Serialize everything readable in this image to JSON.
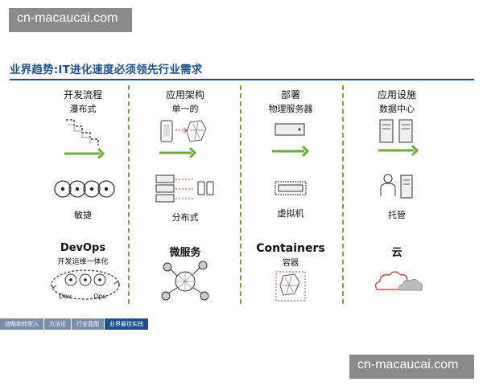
{
  "watermarks": {
    "top": "cn-macaucai.com",
    "bottom": "cn-macaucai.com"
  },
  "slide": {
    "title": "业界趋势:IT进化速度必须领先行业需求",
    "columns": [
      {
        "header": "开发流程",
        "item1": "瀑布式",
        "item2": "敏捷",
        "item3_title": "DevOps",
        "item3_sub": "开发运维一体化",
        "cycle_left": "Dev",
        "cycle_right": "Ops"
      },
      {
        "header": "应用架构",
        "item1": "单一的",
        "item2": "分布式",
        "item3_title": "微服务"
      },
      {
        "header": "部署",
        "item1": "物理服务器",
        "item2": "虚拟机",
        "item3_title": "Containers",
        "item3_sub": "容器"
      },
      {
        "header": "应用设施",
        "item1": "数据中心",
        "item2": "托管",
        "item3_title": "云"
      }
    ]
  },
  "nav": {
    "items": [
      "战略和转型入",
      "方法论",
      "行业蓝图",
      "业界最佳实践"
    ],
    "active_index": 3
  },
  "colors": {
    "brand": "#1d4f91",
    "accent": "#6fae3b"
  }
}
